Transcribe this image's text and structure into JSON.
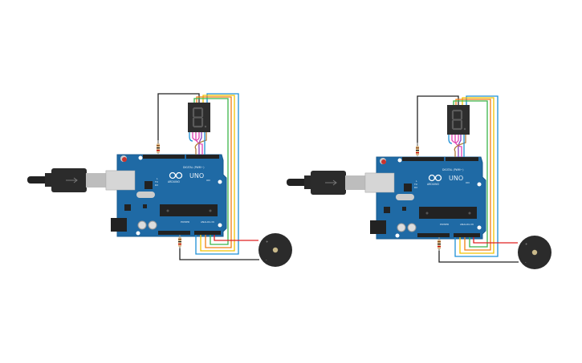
{
  "circuits": [
    {
      "id": "circuit-1"
    },
    {
      "id": "circuit-2"
    }
  ],
  "board": {
    "model": "UNO",
    "brand": "ARDUINO",
    "digital_label": "DIGITAL (PWM~)",
    "power_label": "POWER",
    "analog_label": "ANALOG IN",
    "tx_label": "TX",
    "rx_label": "RX",
    "l_label": "L",
    "on_label": "ON"
  },
  "buzzer": {
    "plus": "+",
    "minus": "-"
  },
  "colors": {
    "board": "#1f6aa5",
    "wire_blue": "#1e90d6",
    "wire_yellow": "#f2c200",
    "wire_orange": "#f07e14",
    "wire_green": "#3bb54a",
    "wire_red": "#e02020",
    "wire_black": "#222222",
    "wire_pink": "#e040b0",
    "wire_purple": "#8a3fc0",
    "wire_brown": "#b07a3a"
  }
}
